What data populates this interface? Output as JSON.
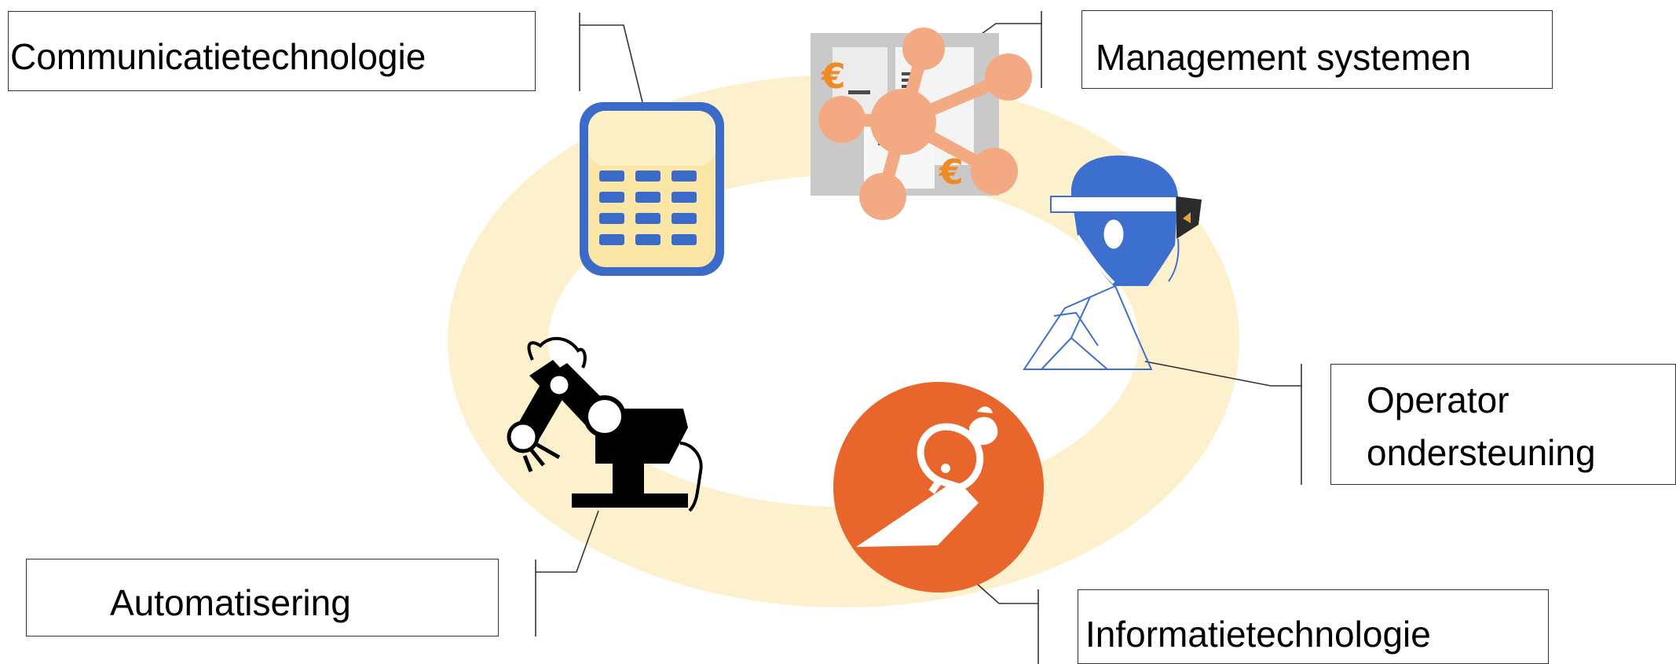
{
  "labels": {
    "communicatie": "Communicatietechnologie",
    "management": "Management systemen",
    "operator_line1": "Operator",
    "operator_line2": "ondersteuning",
    "automatisering": "Automatisering",
    "informatie": "Informatietechnologie"
  },
  "icons": {
    "calculator": "calculator-icon",
    "network": "management-network-icon",
    "operator": "operator-headset-icon",
    "lightbulb": "lightbulb-icon",
    "robot": "robot-arm-icon"
  },
  "colors": {
    "ring": "#fdf0cc",
    "calculator_blue": "#3a6bc8",
    "calculator_face": "#fbe6a6",
    "network_peach": "#f3a982",
    "euro_orange": "#f08a24",
    "operator_blue": "#3d6fce",
    "orange_circle": "#e8652b",
    "robot_black": "#000000",
    "connector": "#333333"
  }
}
